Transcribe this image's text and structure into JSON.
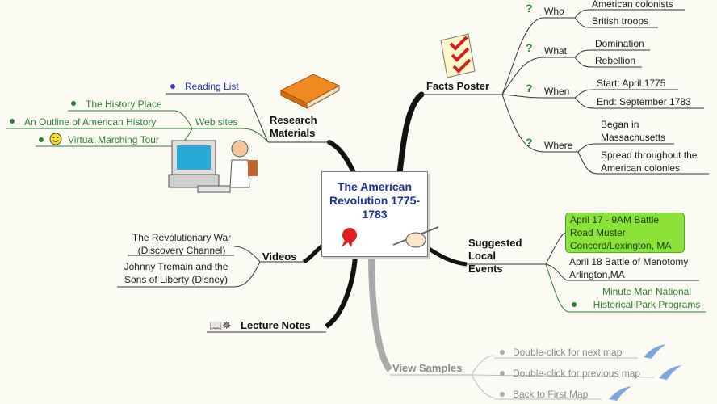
{
  "center": {
    "title": "The American Revolution 1775-1783"
  },
  "research": {
    "label": "Research Materials",
    "reading_list": "Reading List",
    "web_sites": "Web sites",
    "sites": [
      "The History Place",
      "An Outline of American History",
      "Virtual Marching Tour"
    ]
  },
  "facts": {
    "label": "Facts Poster",
    "who": "Who",
    "who_items": [
      "American colonists",
      "British troops"
    ],
    "what": "What",
    "what_items": [
      "Domination",
      "Rebellion"
    ],
    "when": "When",
    "when_items": [
      "Start: April 1775",
      "End: September 1783"
    ],
    "where": "Where",
    "where_items": [
      "Began in Massachusetts",
      "Spread throughout the American colonies"
    ]
  },
  "events": {
    "label": "Suggested Local Events",
    "items": [
      "April 17 - 9AM Battle Road Muster Concord/Lexington, MA",
      "April 18 Battle of Menotomy Arlington,MA",
      "Minute Man National Historical Park Programs"
    ]
  },
  "videos": {
    "label": "Videos",
    "items": [
      "The Revolutionary War (Discovery Channel)",
      "Johnny Tremain and the Sons of Liberty (Disney)"
    ]
  },
  "lecture": {
    "label": "Lecture Notes",
    "icon": "📖✵"
  },
  "samples": {
    "label": "View Samples",
    "items": [
      "Double-click for next map",
      "Double-click for previous map",
      "Back to First Map"
    ]
  },
  "colors": {
    "center_text": "#1d2f9a",
    "highlight": "#8be33a",
    "link_green": "#2e7d2e"
  }
}
